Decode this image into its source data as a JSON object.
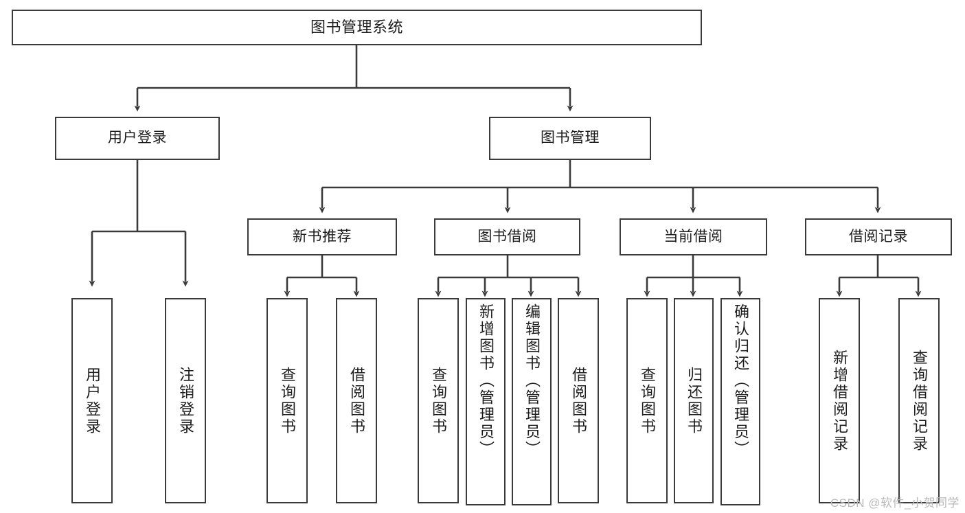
{
  "diagram": {
    "title": "图书管理系统",
    "type": "tree",
    "nodes": {
      "root": {
        "label": "图书管理系统"
      },
      "user_login": {
        "label": "用户登录"
      },
      "book_mgmt": {
        "label": "图书管理"
      },
      "new_book_rec": {
        "label": "新书推荐"
      },
      "book_borrow": {
        "label": "图书借阅"
      },
      "current_borrow": {
        "label": "当前借阅"
      },
      "borrow_record": {
        "label": "借阅记录"
      },
      "leaf_user_login": {
        "label": "用户登录"
      },
      "leaf_logout": {
        "label": "注销登录"
      },
      "leaf_query_book_1": {
        "label": "查询图书"
      },
      "leaf_borrow_book_1": {
        "label": "借阅图书"
      },
      "leaf_query_book_2": {
        "label": "查询图书"
      },
      "leaf_add_book": {
        "label": "新增图书（管理员）"
      },
      "leaf_edit_book": {
        "label": "编辑图书（管理员）"
      },
      "leaf_borrow_book_2": {
        "label": "借阅图书"
      },
      "leaf_query_book_3": {
        "label": "查询图书"
      },
      "leaf_return_book": {
        "label": "归还图书"
      },
      "leaf_confirm_return": {
        "label": "确认归还（管理员）"
      },
      "leaf_add_record": {
        "label": "新增借阅记录"
      },
      "leaf_query_record": {
        "label": "查询借阅记录"
      }
    },
    "edges": [
      {
        "from": "root",
        "to": "user_login"
      },
      {
        "from": "root",
        "to": "book_mgmt"
      },
      {
        "from": "user_login",
        "to": "leaf_user_login"
      },
      {
        "from": "user_login",
        "to": "leaf_logout"
      },
      {
        "from": "book_mgmt",
        "to": "new_book_rec"
      },
      {
        "from": "book_mgmt",
        "to": "book_borrow"
      },
      {
        "from": "book_mgmt",
        "to": "current_borrow"
      },
      {
        "from": "book_mgmt",
        "to": "borrow_record"
      },
      {
        "from": "new_book_rec",
        "to": "leaf_query_book_1"
      },
      {
        "from": "new_book_rec",
        "to": "leaf_borrow_book_1"
      },
      {
        "from": "book_borrow",
        "to": "leaf_query_book_2"
      },
      {
        "from": "book_borrow",
        "to": "leaf_add_book"
      },
      {
        "from": "book_borrow",
        "to": "leaf_edit_book"
      },
      {
        "from": "book_borrow",
        "to": "leaf_borrow_book_2"
      },
      {
        "from": "current_borrow",
        "to": "leaf_query_book_3"
      },
      {
        "from": "current_borrow",
        "to": "leaf_return_book"
      },
      {
        "from": "current_borrow",
        "to": "leaf_confirm_return"
      },
      {
        "from": "borrow_record",
        "to": "leaf_add_record"
      },
      {
        "from": "borrow_record",
        "to": "leaf_query_record"
      }
    ],
    "colors": {
      "box_border": "#3a3a3a",
      "box_fill": "#ffffff",
      "connector": "#3a3a3a",
      "text": "#1d1d1d",
      "watermark": "#b9b9b9"
    }
  },
  "watermark": {
    "text": "CSDN @软件_小贺同学"
  }
}
